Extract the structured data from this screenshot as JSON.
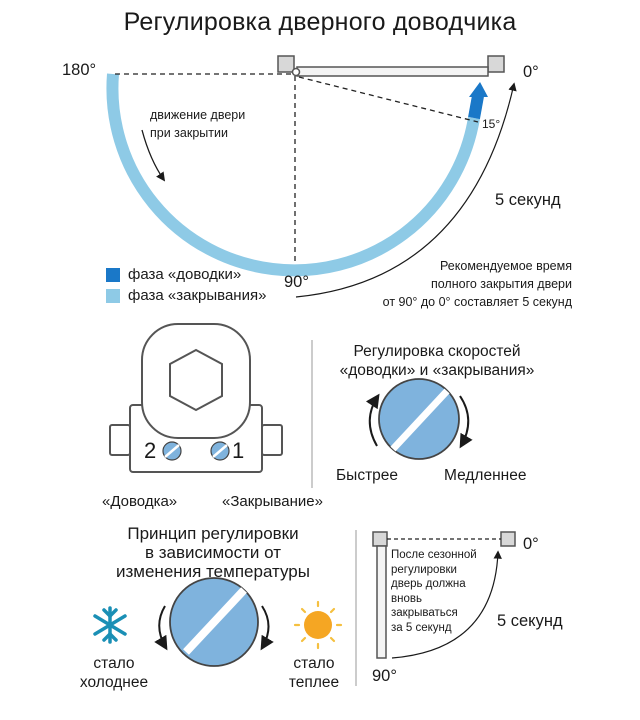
{
  "title": "Регулировка дверного доводчика",
  "colors": {
    "closing_phase": "#8ecae6",
    "latching_phase": "#1a78c8",
    "valve": "#7fb3dd",
    "outline": "#555555",
    "snow": "#1a8fb5",
    "sun": "#f5a623"
  },
  "angles": {
    "a180": "180°",
    "a0": "0°",
    "a15": "15°",
    "a90": "90°"
  },
  "door_motion": [
    "движение двери",
    "при закрытии"
  ],
  "time_top": "5 секунд",
  "legend": {
    "latching": "фаза «доводки»",
    "closing": "фаза «закрывания»"
  },
  "recommendation": [
    "Рекомендуемое время",
    "полного закрытия двери",
    "от 90° до 0° составляет 5 секунд"
  ],
  "closer_body": {
    "valve_2": "2",
    "valve_1": "1",
    "label_latching": "«Доводка»",
    "label_closing": "«Закрывание»"
  },
  "speed_adjust": {
    "title": [
      "Регулировка скоростей",
      "«доводки» и «закрывания»"
    ],
    "faster": "Быстрее",
    "slower": "Медленнее"
  },
  "temperature": {
    "title": [
      "Принцип регулировки",
      "в зависимости от",
      "изменения температуры"
    ],
    "colder": [
      "стало",
      "холоднее"
    ],
    "warmer": [
      "стало",
      "теплее"
    ]
  },
  "seasonal": {
    "note": [
      "После сезонной",
      "регулировки",
      "дверь должна",
      "вновь",
      "закрываться",
      "за 5 секунд"
    ],
    "a0": "0°",
    "a90": "90°",
    "time": "5 секунд"
  }
}
